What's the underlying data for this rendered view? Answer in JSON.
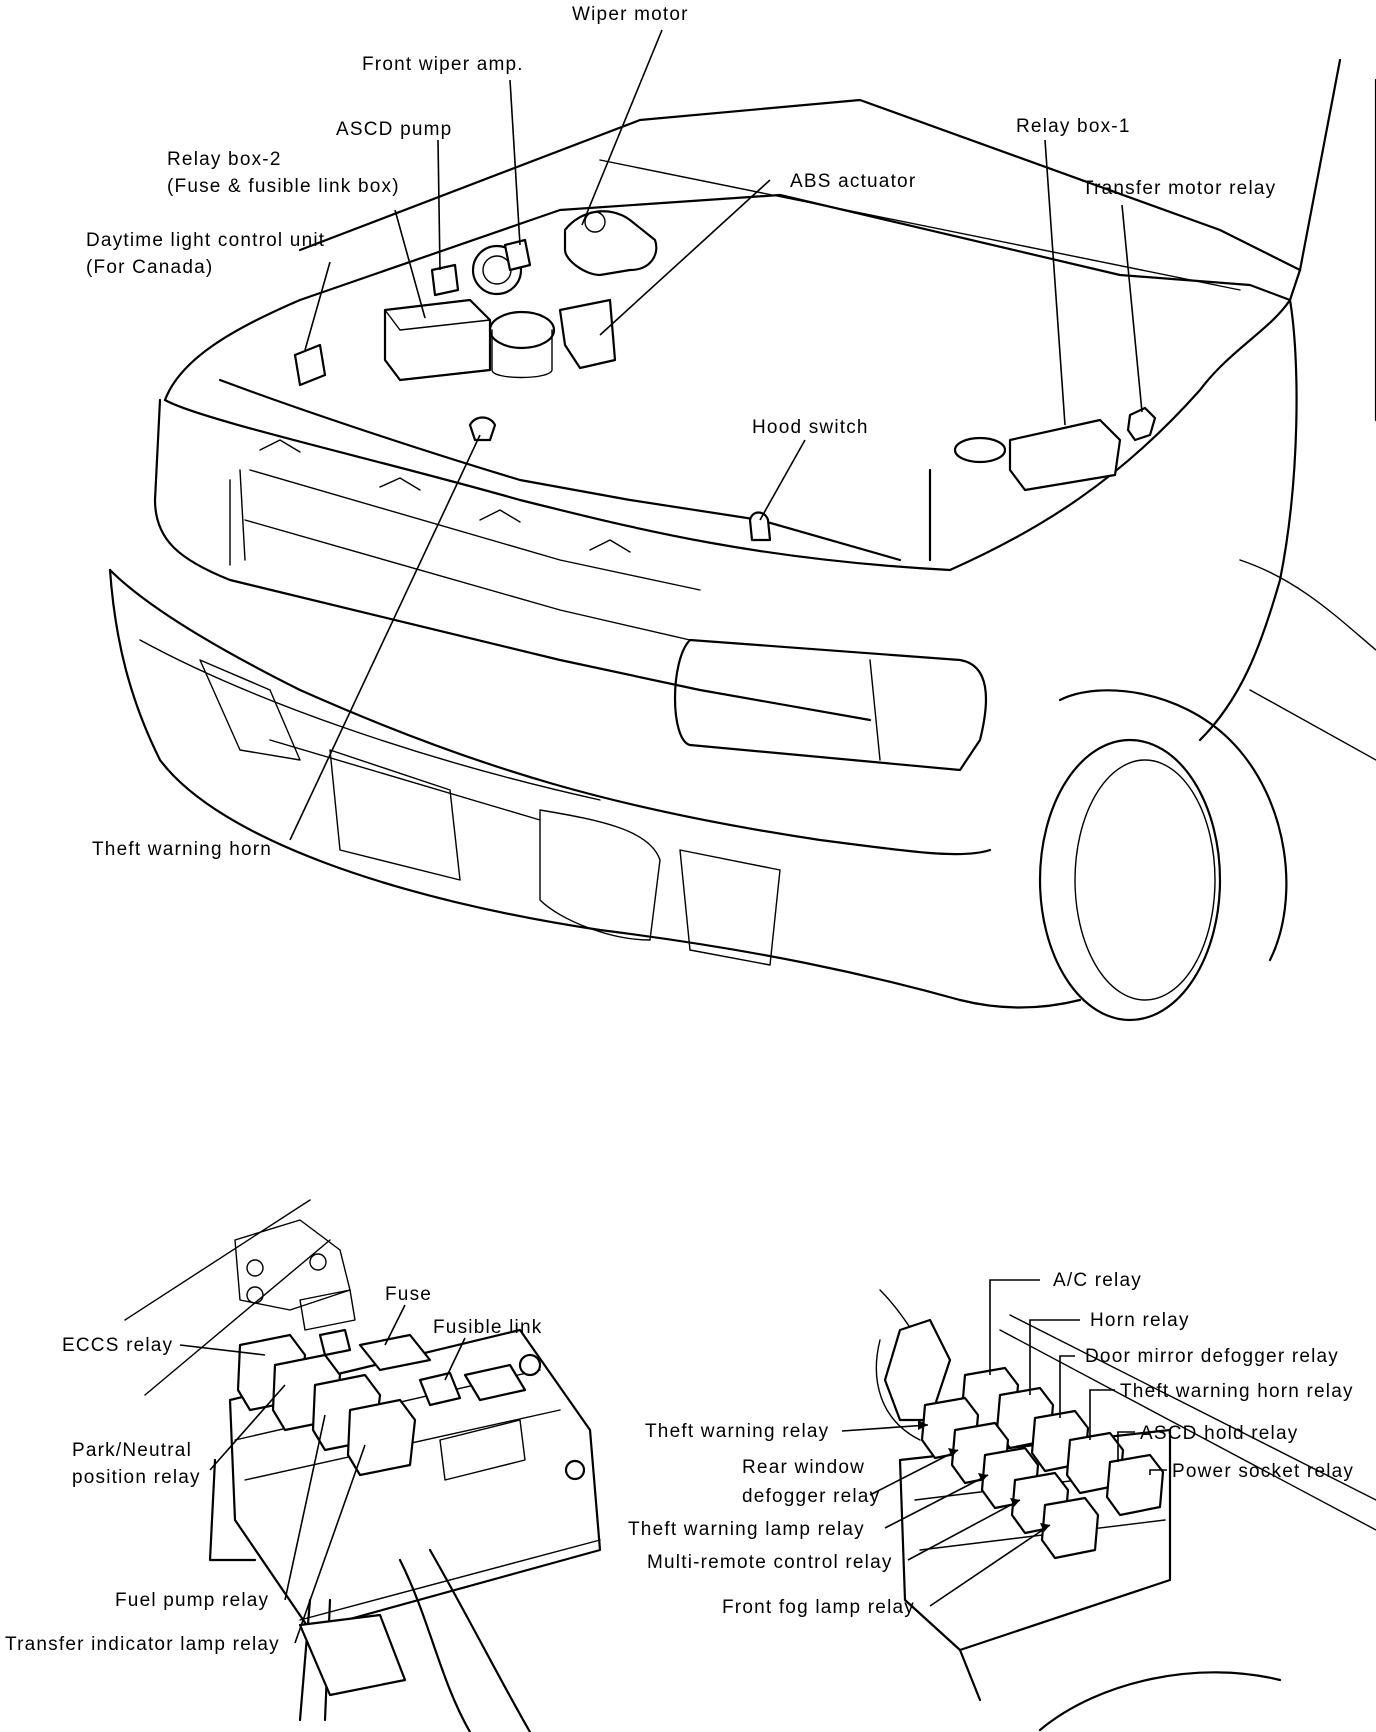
{
  "labels": {
    "wiper_motor": "Wiper motor",
    "front_wiper_amp": "Front wiper amp.",
    "ascd_pump": "ASCD pump",
    "relay_box_2": "Relay box-2",
    "relay_box_2_sub": "(Fuse & fusible link box)",
    "abs_actuator": "ABS actuator",
    "daytime_light": "Daytime light control unit",
    "daytime_light_sub": "(For Canada)",
    "relay_box_1": "Relay box-1",
    "transfer_motor_relay": "Transfer motor relay",
    "hood_switch": "Hood switch",
    "theft_warning_horn": "Theft warning horn"
  },
  "relay_box_2_detail": {
    "fuse": "Fuse",
    "fusible_link": "Fusible link",
    "eccs_relay": "ECCS relay",
    "park_neutral": "Park/Neutral",
    "park_neutral_sub": "position relay",
    "fuel_pump_relay": "Fuel pump relay",
    "transfer_indicator": "Transfer indicator lamp relay"
  },
  "relay_box_1_detail": {
    "ac_relay": "A/C relay",
    "horn_relay": "Horn relay",
    "door_mirror_defogger_relay": "Door mirror defogger relay",
    "theft_warning_horn_relay": "Theft warning horn relay",
    "ascd_hold_relay": "ASCD hold relay",
    "power_socket_relay": "Power socket relay",
    "theft_warning_relay": "Theft warning relay",
    "rear_window": "Rear window",
    "defogger_relay": "defogger relay",
    "theft_warning_lamp_relay": "Theft warning lamp relay",
    "multi_remote_control_relay": "Multi-remote control relay",
    "front_fog_lamp_relay": "Front fog lamp relay"
  }
}
